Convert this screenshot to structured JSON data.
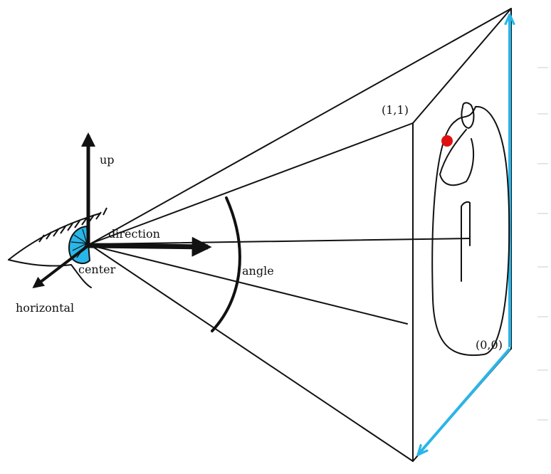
{
  "labels": {
    "up": "up",
    "direction": "direction",
    "center": "center",
    "horizontal": "horizontal",
    "angle": "angle",
    "corner_top": "(1,1)",
    "corner_bottom": "(0,0)"
  },
  "colors": {
    "ink": "#111111",
    "eye_iris": "#29b6e8",
    "screen_arrow": "#29b6e8",
    "dot": "#e01010"
  }
}
